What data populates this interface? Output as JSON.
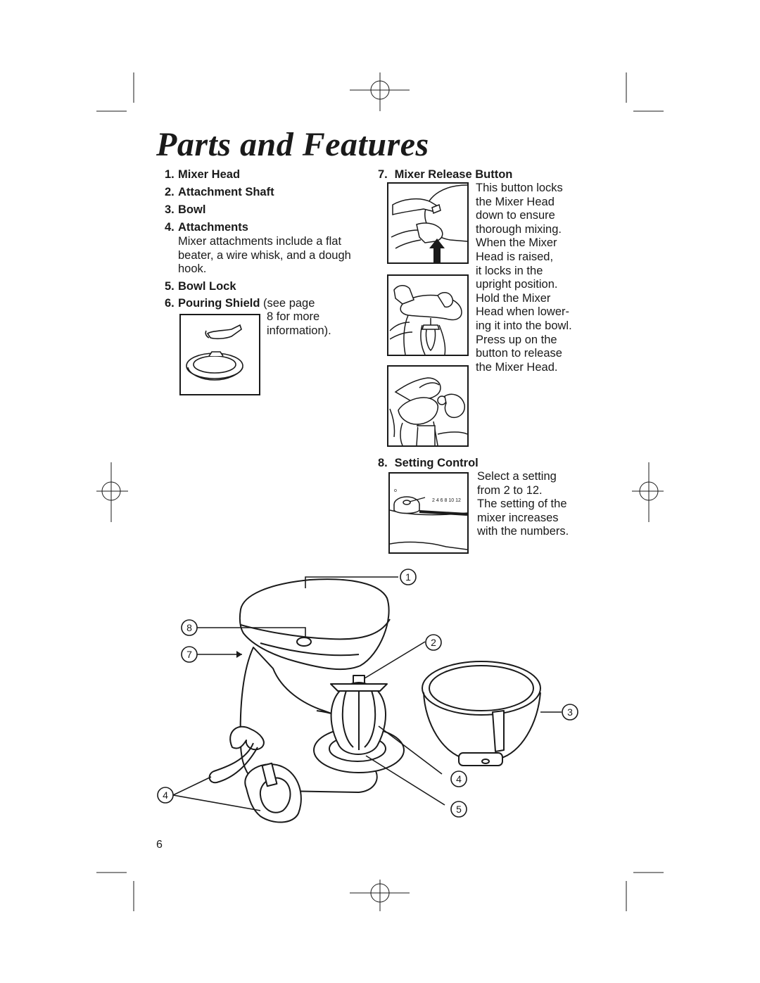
{
  "page": {
    "title": "Parts and Features",
    "page_number": "6"
  },
  "left_items": [
    {
      "num": "1.",
      "label": "Mixer Head"
    },
    {
      "num": "2.",
      "label": "Attachment Shaft"
    },
    {
      "num": "3.",
      "label": "Bowl"
    },
    {
      "num": "4.",
      "label": "Attachments"
    },
    {
      "num": "5.",
      "label": "Bowl Lock"
    },
    {
      "num": "6.",
      "label": "Pouring Shield"
    }
  ],
  "attachments_desc": [
    "Mixer attachments include a flat",
    "beater, a wire whisk, and a dough",
    "hook."
  ],
  "pouring_shield_suffix": "(see page",
  "pouring_shield_desc": [
    "8 for more",
    "information)."
  ],
  "release_button": {
    "num": "7.",
    "label": "Mixer Release Button",
    "desc": [
      "This button locks",
      "the Mixer Head",
      "down to ensure",
      "thorough mixing.",
      "When the Mixer",
      "Head is raised,",
      "it locks in the",
      "upright position.",
      "Hold the Mixer",
      "Head when lower-",
      "ing it into the bowl.",
      "Press up on the",
      "button to release",
      "the Mixer Head."
    ]
  },
  "setting_control": {
    "num": "8.",
    "label": "Setting Control",
    "desc": [
      "Select a setting",
      "from 2 to 12.",
      "The setting of the",
      "mixer increases",
      "with the numbers."
    ],
    "dial_numbers": "2 4 6 8 10 12"
  },
  "callouts": [
    "1",
    "2",
    "3",
    "4",
    "4",
    "5",
    "7",
    "8"
  ]
}
